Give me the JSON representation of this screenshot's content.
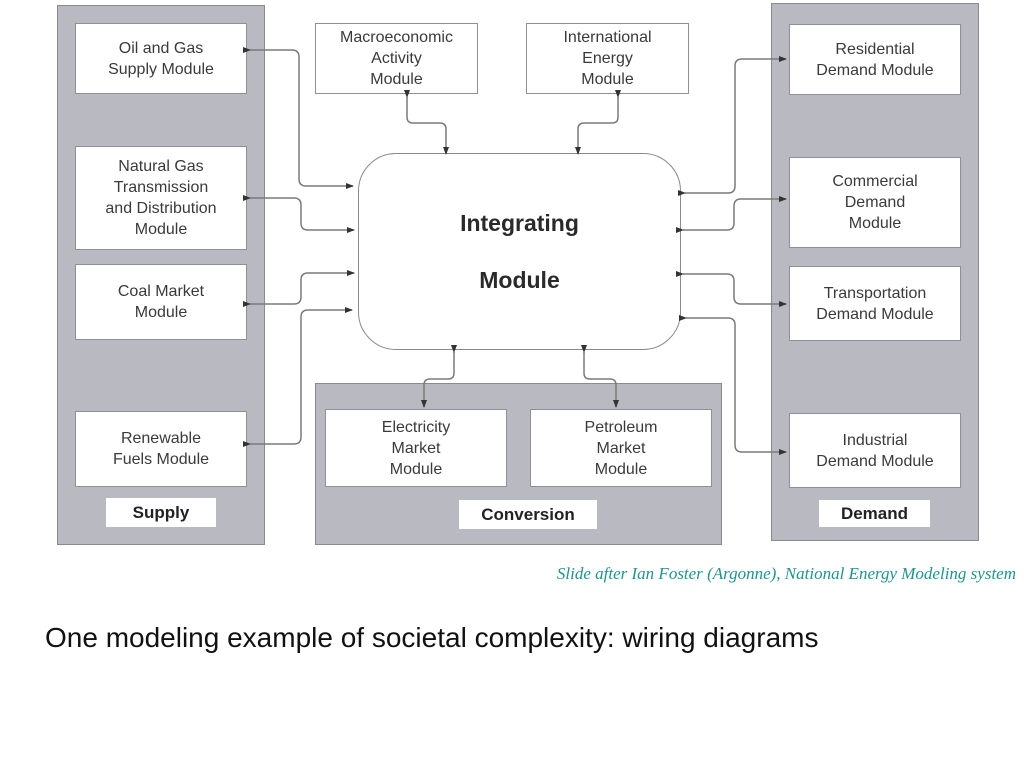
{
  "diagram": {
    "groups": {
      "supply": {
        "label": "Supply",
        "modules": [
          "Oil and Gas\nSupply Module",
          "Natural Gas\nTransmission\nand Distribution\nModule",
          "Coal Market\nModule",
          "Renewable\nFuels Module"
        ]
      },
      "conversion": {
        "label": "Conversion",
        "modules": [
          "Electricity\nMarket\nModule",
          "Petroleum\nMarket\nModule"
        ]
      },
      "demand": {
        "label": "Demand",
        "modules": [
          "Residential\nDemand Module",
          "Commercial\nDemand\nModule",
          "Transportation\nDemand Module",
          "Industrial\nDemand Module"
        ]
      }
    },
    "top_modules": [
      "Macroeconomic\nActivity\nModule",
      "International\nEnergy\nModule"
    ],
    "center": {
      "line1": "Integrating",
      "line2": "Module"
    },
    "colors": {
      "panel": "#b9b9c1",
      "wire": "#7a7a7a",
      "credit": "#1f948c"
    }
  },
  "credit": "Slide after Ian Foster (Argonne), National Energy Modeling system",
  "caption": "One modeling example of societal complexity: wiring diagrams"
}
